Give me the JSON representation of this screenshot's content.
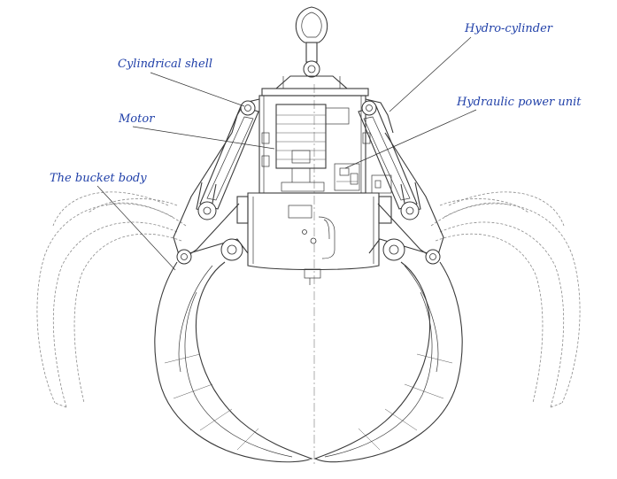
{
  "labels": {
    "cylindrical_shell": "Cylindrical shell",
    "motor": "Motor",
    "bucket_body": "The bucket body",
    "hydro_cylinder": "Hydro-cylinder",
    "hydraulic_power_unit": "Hydraulic power unit"
  },
  "colors": {
    "label_text": "#1f3fa8",
    "line_work": "#3a3a3a",
    "hidden_lines": "#8a8a8a"
  }
}
